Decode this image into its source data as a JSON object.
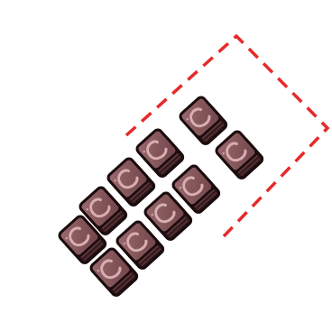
{
  "scene": {
    "background_color": "#ffffff",
    "object": "chocolate-bar",
    "piece_grid": {
      "rows": 5,
      "cols": 2
    },
    "pieces_total": 10,
    "pieces_in_selection": 4,
    "colors": {
      "piece_top": "#8a5a5e",
      "piece_side": "#3a1f22",
      "piece_outline": "#1a0b0d",
      "emboss_light": "#d7aeb2",
      "selection_stroke": "#e62a2a"
    },
    "faint_caption": "............"
  }
}
